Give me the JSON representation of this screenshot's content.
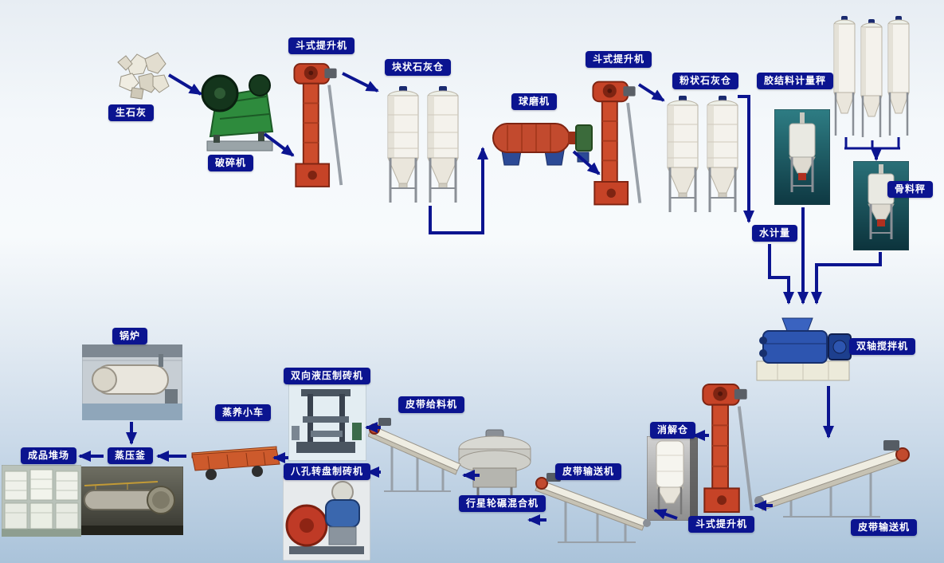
{
  "labels": {
    "quicklime": "生石灰",
    "crusher": "破碎机",
    "bucket_elevator_1": "斗式提升机",
    "block_lime_silo": "块状石灰仓",
    "ball_mill": "球磨机",
    "bucket_elevator_2": "斗式提升机",
    "powder_lime_silo": "粉状石灰仓",
    "binder_scale": "胶结料计量秤",
    "aggregate_scale": "骨料秤",
    "water_meter": "水计量",
    "twin_shaft_mixer": "双轴搅拌机",
    "digestion_silo": "消解仓",
    "bucket_elevator_3": "斗式提升机",
    "belt_conveyor_right": "皮带输送机",
    "belt_conveyor_mid": "皮带输送机",
    "planetary_mixer": "行星轮碾混合机",
    "belt_feeder": "皮带给料机",
    "hydraulic_brick_machine": "双向液压制砖机",
    "rotary_brick_machine": "八孔转盘制砖机",
    "steam_trolley": "蒸养小车",
    "autoclave": "蒸压釜",
    "boiler": "锅炉",
    "product_yard": "成品堆场"
  },
  "colors": {
    "label_bg": "#0b1490",
    "label_text": "#ffffff",
    "arrow": "#0b1490",
    "background_top": "#e7edf3",
    "background_bottom": "#aac3da"
  },
  "flow_edges": [
    {
      "from": "quicklime",
      "to": "crusher"
    },
    {
      "from": "crusher",
      "to": "bucket_elevator_1"
    },
    {
      "from": "bucket_elevator_1",
      "to": "block_lime_silo"
    },
    {
      "from": "block_lime_silo",
      "to": "ball_mill"
    },
    {
      "from": "ball_mill",
      "to": "bucket_elevator_2"
    },
    {
      "from": "bucket_elevator_2",
      "to": "powder_lime_silo"
    },
    {
      "from": "powder_lime_silo",
      "to": "water_meter"
    },
    {
      "from": "binder_scale",
      "to": "twin_shaft_mixer"
    },
    {
      "from": "water_meter",
      "to": "twin_shaft_mixer"
    },
    {
      "from": "aggregate_silos",
      "to": "aggregate_scale"
    },
    {
      "from": "aggregate_scale",
      "to": "twin_shaft_mixer"
    },
    {
      "from": "twin_shaft_mixer",
      "to": "belt_conveyor_right"
    },
    {
      "from": "belt_conveyor_right",
      "to": "bucket_elevator_3"
    },
    {
      "from": "bucket_elevator_3",
      "to": "digestion_silo"
    },
    {
      "from": "digestion_silo",
      "to": "belt_conveyor_mid"
    },
    {
      "from": "belt_conveyor_mid",
      "to": "planetary_mixer"
    },
    {
      "from": "planetary_mixer",
      "to": "belt_feeder"
    },
    {
      "from": "belt_feeder",
      "to": "hydraulic_brick_machine"
    },
    {
      "from": "belt_feeder",
      "to": "rotary_brick_machine"
    },
    {
      "from": "hydraulic_brick_machine",
      "to": "steam_trolley"
    },
    {
      "from": "steam_trolley",
      "to": "autoclave"
    },
    {
      "from": "boiler",
      "to": "autoclave"
    },
    {
      "from": "autoclave",
      "to": "product_yard"
    }
  ]
}
